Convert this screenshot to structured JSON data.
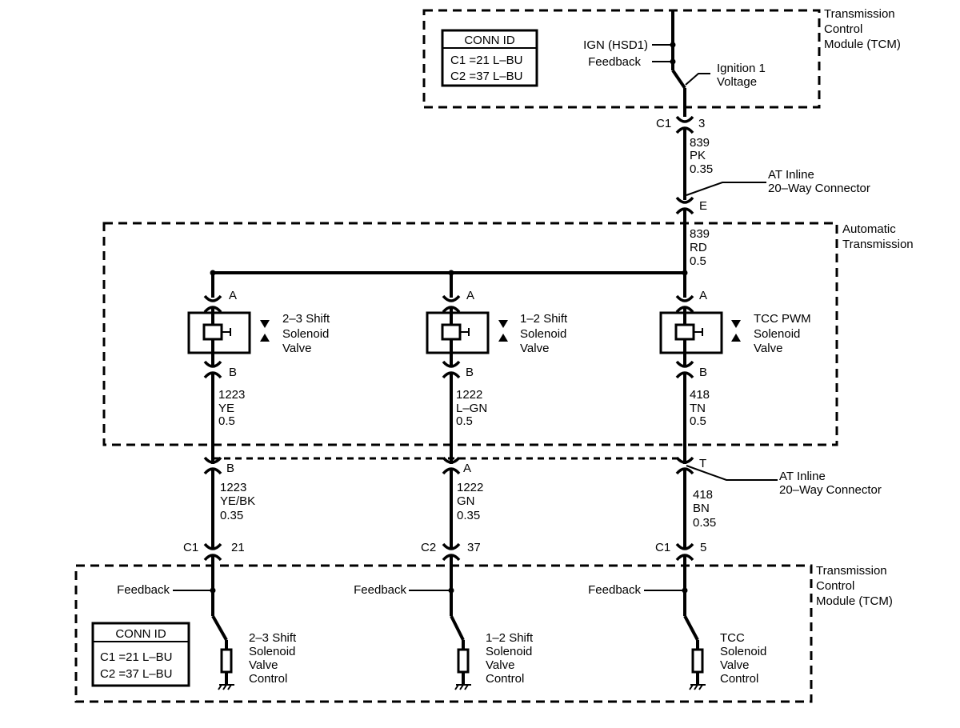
{
  "tcm_top": {
    "title_lines": [
      "Transmission",
      "Control",
      "Module (TCM)"
    ],
    "conn_id": {
      "header": "CONN ID",
      "rows": [
        "C1 =21 L–BU",
        "C2 =37 L–BU"
      ]
    },
    "ign_label": "IGN (HSD1)",
    "feedback_label": "Feedback",
    "ignition_lines": [
      "Ignition 1",
      "Voltage"
    ]
  },
  "c1_top": {
    "connector": "C1",
    "pin": "3"
  },
  "wire_839_pk": {
    "circuit": "839",
    "color": "PK",
    "gauge": "0.35"
  },
  "inline_top": {
    "lines": [
      "AT Inline",
      "20–Way Connector"
    ],
    "pin": "E"
  },
  "wire_839_rd": {
    "circuit": "839",
    "color": "RD",
    "gauge": "0.5"
  },
  "auto_trans": {
    "title_lines": [
      "Automatic",
      "Transmission"
    ]
  },
  "solenoids": [
    {
      "name_lines": [
        "2–3 Shift",
        "Solenoid",
        "Valve"
      ],
      "pin_a": "A",
      "pin_b": "B",
      "wire_lower": {
        "circuit": "1223",
        "color": "YE",
        "gauge": "0.5"
      },
      "inline_pin": "B",
      "wire_harness": {
        "circuit": "1223",
        "color": "YE/BK",
        "gauge": "0.35"
      },
      "tcm_conn": "C1",
      "tcm_pin": "21",
      "feedback": "Feedback",
      "control_lines": [
        "2–3 Shift",
        "Solenoid",
        "Valve",
        "Control"
      ]
    },
    {
      "name_lines": [
        "1–2 Shift",
        "Solenoid",
        "Valve"
      ],
      "pin_a": "A",
      "pin_b": "B",
      "wire_lower": {
        "circuit": "1222",
        "color": "L–GN",
        "gauge": "0.5"
      },
      "inline_pin": "A",
      "wire_harness": {
        "circuit": "1222",
        "color": "GN",
        "gauge": "0.35"
      },
      "tcm_conn": "C2",
      "tcm_pin": "37",
      "feedback": "Feedback",
      "control_lines": [
        "1–2 Shift",
        "Solenoid",
        "Valve",
        "Control"
      ]
    },
    {
      "name_lines": [
        "TCC PWM",
        "Solenoid",
        "Valve"
      ],
      "pin_a": "A",
      "pin_b": "B",
      "wire_lower": {
        "circuit": "418",
        "color": "TN",
        "gauge": "0.5"
      },
      "inline_pin": "T",
      "wire_harness": {
        "circuit": "418",
        "color": "BN",
        "gauge": "0.35"
      },
      "tcm_conn": "C1",
      "tcm_pin": "5",
      "feedback": "Feedback",
      "control_lines": [
        "TCC",
        "Solenoid",
        "Valve",
        "Control"
      ]
    }
  ],
  "inline_bottom": {
    "lines": [
      "AT Inline",
      "20–Way Connector"
    ]
  },
  "tcm_bottom": {
    "title_lines": [
      "Transmission",
      "Control",
      "Module (TCM)"
    ],
    "conn_id": {
      "header": "CONN ID",
      "rows": [
        "C1 =21 L–BU",
        "C2 =37 L–BU"
      ]
    }
  }
}
